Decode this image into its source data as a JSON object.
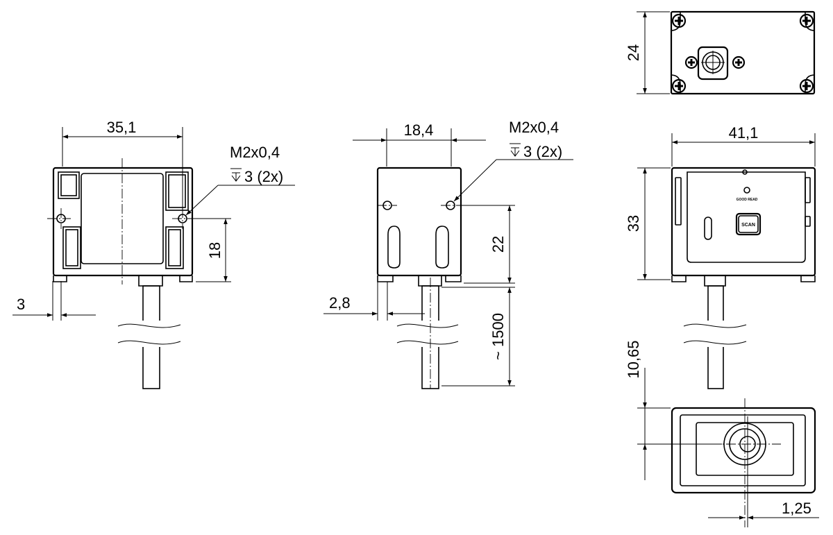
{
  "drawing": {
    "front_view": {
      "width": "35,1",
      "height": "18",
      "offset": "3",
      "thread_line1": "M2x0,4",
      "thread_line2": "3 (2x)"
    },
    "side_view": {
      "width": "18,4",
      "height": "22",
      "offset": "2,8",
      "cable_length": "~ 1500",
      "thread_line1": "M2x0,4",
      "thread_line2": "3 (2x)"
    },
    "top_view": {
      "height": "24"
    },
    "rear_view": {
      "width": "41,1",
      "height": "33",
      "button_label": "SCAN",
      "led_label": "GOOD READ"
    },
    "bottom_view": {
      "offset_v": "10,65",
      "offset_h": "1,25"
    },
    "depth_symbol": "depth-symbol"
  }
}
